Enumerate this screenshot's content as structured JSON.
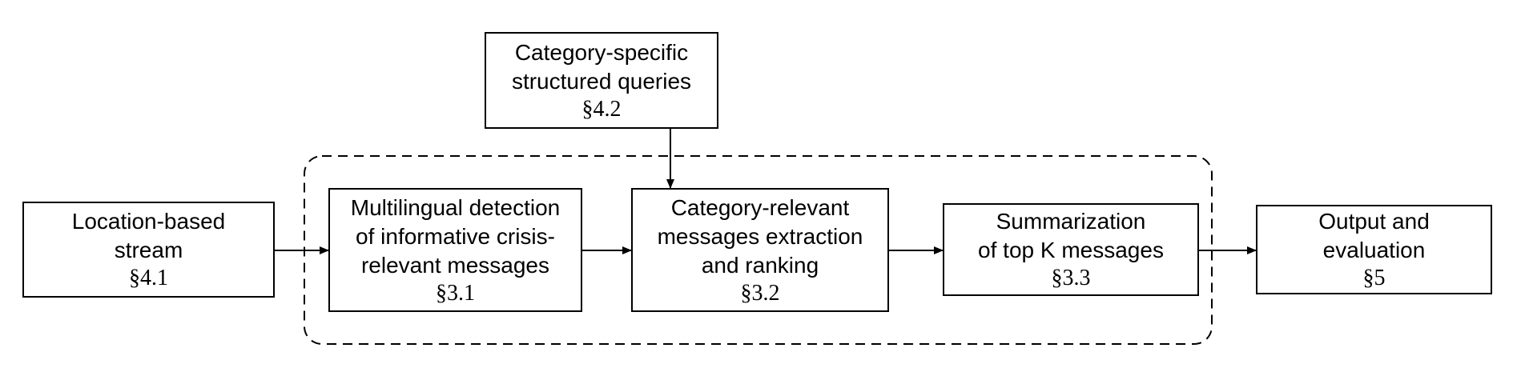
{
  "diagram": {
    "nodes": {
      "queries": {
        "label": "Category-specific\nstructured queries",
        "section": "§4.2"
      },
      "stream": {
        "label": "Location-based\nstream",
        "section": "§4.1"
      },
      "detection": {
        "label": "Multilingual detection\nof informative crisis-\nrelevant messages",
        "section": "§3.1"
      },
      "extraction": {
        "label": "Category-relevant\nmessages extraction\nand ranking",
        "section": "§3.2"
      },
      "summarization": {
        "label": "Summarization\nof top K messages",
        "section": "§3.3"
      },
      "output": {
        "label": "Output and\nevaluation",
        "section": "§5"
      }
    },
    "edges": [
      {
        "from": "stream",
        "to": "detection"
      },
      {
        "from": "detection",
        "to": "extraction"
      },
      {
        "from": "extraction",
        "to": "summarization"
      },
      {
        "from": "summarization",
        "to": "output"
      },
      {
        "from": "queries",
        "to": "extraction"
      }
    ]
  }
}
